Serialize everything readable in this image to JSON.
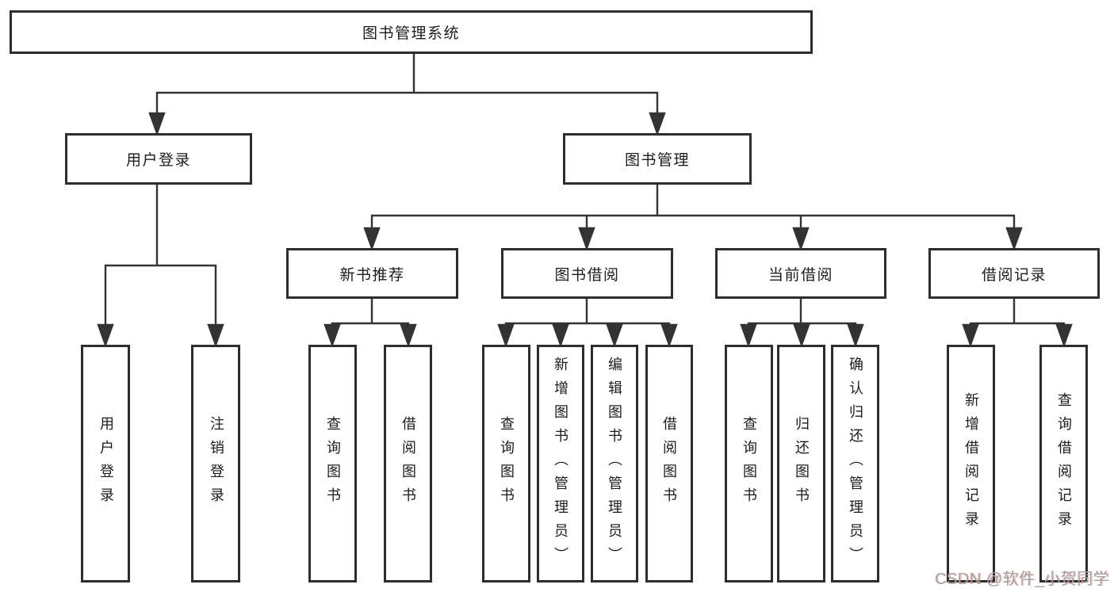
{
  "diagram": {
    "root": "图书管理系统",
    "branches": {
      "user_login": {
        "label": "用户登录",
        "children": {
          "login": "用户登录",
          "logout": "注销登录"
        }
      },
      "book_management": {
        "label": "图书管理",
        "children": {
          "new_book_recommend": {
            "label": "新书推荐",
            "children": {
              "query_books": "查询图书",
              "borrow_books": "借阅图书"
            }
          },
          "book_borrowing": {
            "label": "图书借阅",
            "children": {
              "query_books": "查询图书",
              "add_books": "新增图书（管理员）",
              "edit_books": "编辑图书（管理员）",
              "borrow_books": "借阅图书"
            }
          },
          "current_borrowing": {
            "label": "当前借阅",
            "children": {
              "query_books": "查询图书",
              "return_books": "归还图书",
              "confirm_return": "确认归还（管理员）"
            }
          },
          "borrow_records": {
            "label": "借阅记录",
            "children": {
              "add_record": "新增借阅记录",
              "query_record": "查询借阅记录"
            }
          }
        }
      }
    }
  },
  "watermark": "CSDN @软件_小贺同学",
  "colors": {
    "line": "#333333",
    "box_border": "#2d2d2d",
    "text": "#1c1c1c",
    "watermark": "#a2a2a2",
    "background": "#ffffff"
  }
}
